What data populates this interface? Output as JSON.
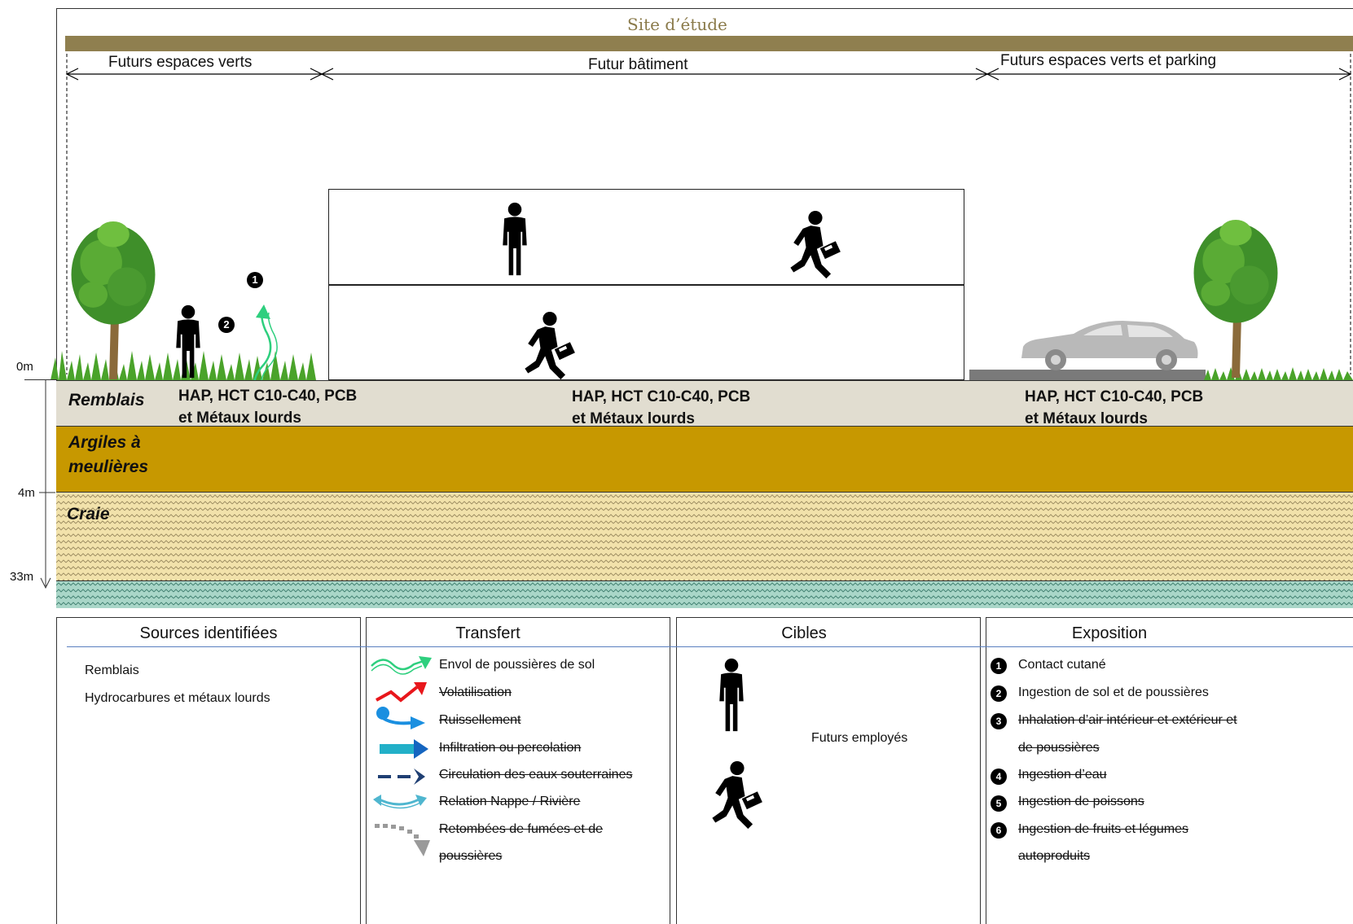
{
  "site_title": "Site d’étude",
  "zones": {
    "left": "Futurs espaces verts",
    "center": "Futur bâtiment",
    "right": "Futurs espaces verts et parking"
  },
  "depths": {
    "d0": "0m",
    "d4": "4m",
    "d33": "33m"
  },
  "layers": {
    "remblais": "Remblais",
    "argiles_1": "Argiles à",
    "argiles_2": "meulières",
    "craie": "Craie"
  },
  "pollutants": {
    "line1": "HAP, HCT C10-C40, PCB",
    "line2": "et Métaux lourds"
  },
  "badges": {
    "one": "1",
    "two": "2"
  },
  "legend": {
    "sources": {
      "title": "Sources identifiées",
      "items": [
        "Remblais",
        "Hydrocarbures et métaux lourds"
      ]
    },
    "transfert": {
      "title": "Transfert",
      "items": [
        "Envol de poussières de sol",
        "Volatilisation",
        "Ruissellement",
        "Infiltration ou percolation",
        "Circulation des eaux souterraines",
        "Relation Nappe / Rivière",
        "Retombées de fumées et de",
        "poussières"
      ]
    },
    "cibles": {
      "title": "Cibles",
      "label": "Futurs employés"
    },
    "exposition": {
      "title": "Exposition",
      "items": [
        "Contact cutané",
        "Ingestion de sol et de poussières",
        "Inhalation d’air intérieur et extérieur et",
        "de poussières",
        "Ingestion d’eau",
        "Ingestion de poissons",
        "Ingestion de fruits et légumes",
        "autoproduits"
      ],
      "numbers": [
        "1",
        "2",
        "3",
        "4",
        "5",
        "6"
      ]
    }
  },
  "colors": {
    "title_bar": "#8f7f4f",
    "remblais": "#e1ddd0",
    "argiles": "#c79800",
    "craie": "#f2e2ab",
    "nappe": "#a9d6c8",
    "green_arrow": "#2ecf7e",
    "legend_line": "#5a7fc0"
  }
}
